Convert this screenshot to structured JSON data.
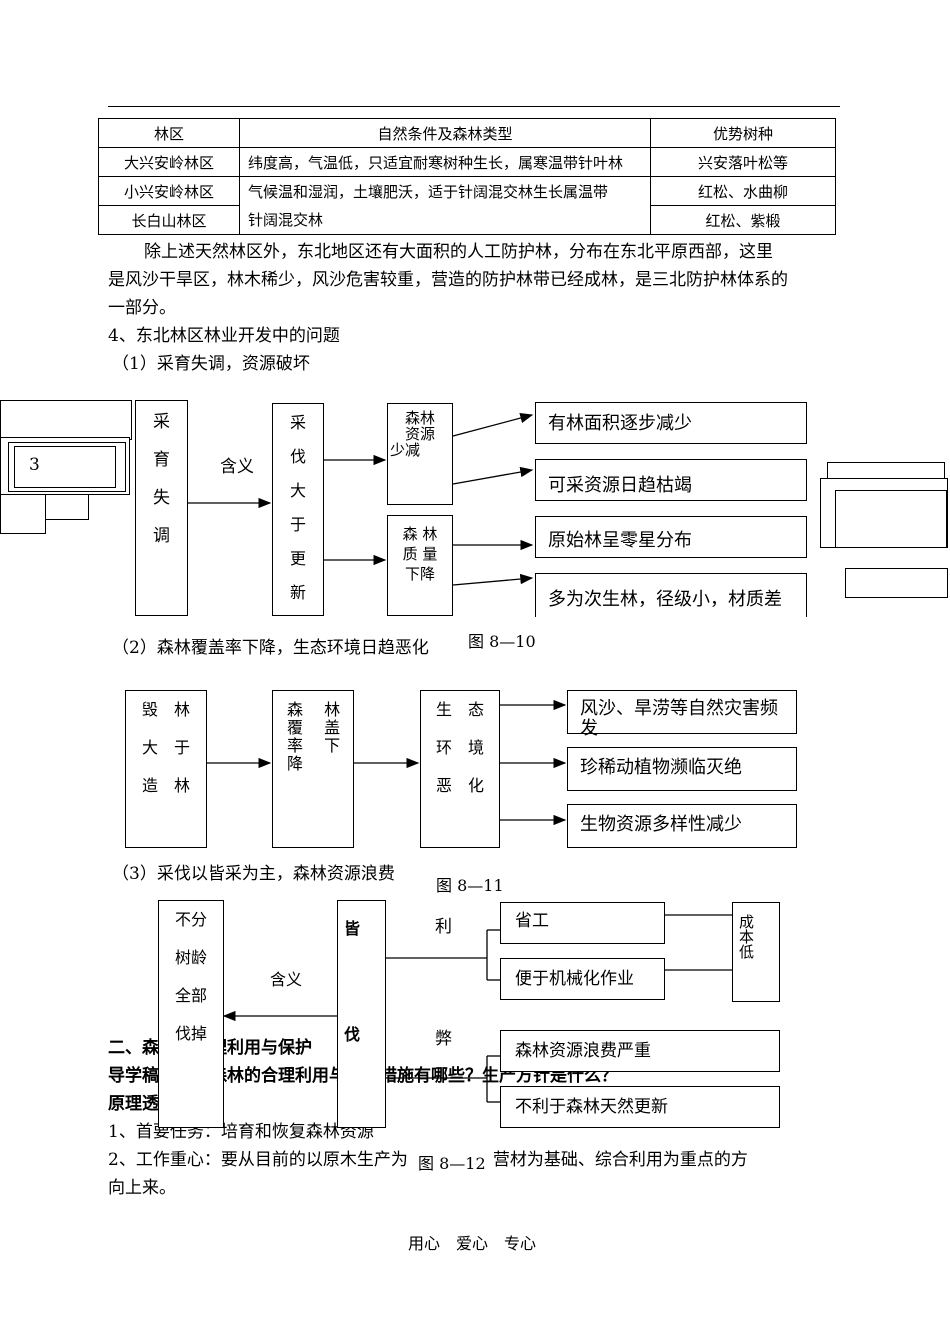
{
  "table": {
    "headers": [
      "林区",
      "自然条件及森林类型",
      "优势树种"
    ],
    "rows": [
      {
        "region": "大兴安岭林区",
        "condition": "纬度高，气温低，只适宜耐寒树种生长，属寒温带针叶林",
        "species": "兴安落叶松等"
      },
      {
        "region": "小兴安岭林区",
        "condition": "气候温和湿润，土壤肥沃，适于针阔混交林生长属温带",
        "species": "红松、水曲柳"
      },
      {
        "region": "长白山林区",
        "condition": "针阔混交林",
        "species": "红松、紫椴"
      }
    ]
  },
  "para1": "除上述天然林区外，东北地区还有大面积的人工防护林，分布在东北平原西部，这里",
  "para1b": "是风沙干旱区，林木稀少，风沙危害较重，营造的防护林带已经成林，是三北防护林体系的",
  "para1c": "一部分。",
  "section4": "4、东北林区林业开发中的问题",
  "sub1": "（1）采育失调，资源破坏",
  "fig10": {
    "stray_number": "3",
    "left_lines": [
      "采",
      "育",
      "失",
      "调"
    ],
    "meaning": "含义",
    "mid_lines": [
      "采",
      "伐",
      "大",
      "于",
      "更",
      "新"
    ],
    "box_a": [
      "森林",
      "资源",
      "少减"
    ],
    "box_b": [
      "森 林",
      "质 量",
      "下降"
    ],
    "out1": "有林面积逐步减少",
    "out2": "可采资源日趋枯竭",
    "out3": "原始林呈零星分布",
    "out4": "多为次生林，径级小，材质差",
    "caption": "图 8—10"
  },
  "sub2": "（2）森林覆盖率下降，生态环境日趋恶化",
  "fig11": {
    "left_lines": [
      "毁　林",
      "大　于",
      "造　林"
    ],
    "mid_lines": [
      "森　 林",
      "覆　 盖",
      "率　 下",
      "降"
    ],
    "eco_lines": [
      "生　态",
      "环　境",
      "恶　化"
    ],
    "out1": "风沙、旱涝等自然灾害频发",
    "out2": "珍稀动植物濒临灭绝",
    "out3": "生物资源多样性减少",
    "caption": "图 8—11"
  },
  "sub3": "（3）采伐以皆采为主，森林资源浪费",
  "fig12": {
    "left_lines": [
      "不分",
      "树龄",
      "全部",
      "伐掉"
    ],
    "meaning": "含义",
    "mid_top": "皆",
    "mid_bottom": "伐",
    "li": "利",
    "bi": "弊",
    "out1": "省工",
    "out2": "便于机械化作业",
    "cost": [
      "成",
      "本",
      "低"
    ],
    "out3": "森林资源浪费严重",
    "out4": "不利于森林天然更新",
    "caption": "图 8—12"
  },
  "section2": "二、森林的合理利用与保护",
  "guide": "导学稿：东北森林的合理利用与保护措施有哪些？生产方针是什么？",
  "principle": "原理透析",
  "item1": "1、首要任务：培育和恢复森林资源",
  "item2a": "2、工作重心：要从目前的以原木生产为主转移到以营材为基础、综合利用为重点的方",
  "item2b": "向上来。",
  "footer": "用心　爱心　专心"
}
